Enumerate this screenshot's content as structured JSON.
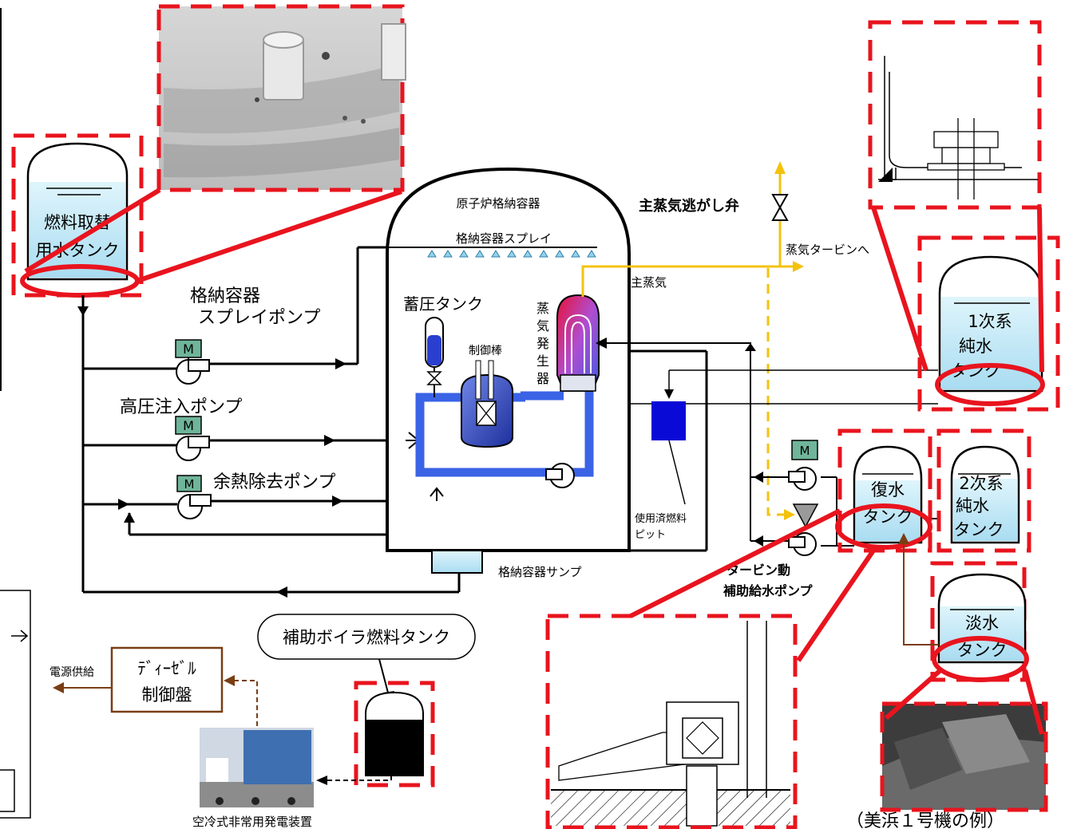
{
  "labels": {
    "refueling_tank": [
      "燃料取替",
      "用水タンク"
    ],
    "cv_spray_pump": [
      "格納容器",
      "スプレイポンプ"
    ],
    "hp_injection_pump": "高圧注入ポンプ",
    "rhr_pump": "余熱除去ポンプ",
    "containment": "原子炉格納容器",
    "cv_spray": "格納容器スプレイ",
    "accumulator": "蓄圧タンク",
    "control_rod": "制御棒",
    "steam_generator": [
      "蒸",
      "気",
      "発",
      "生",
      "器"
    ],
    "main_steam": "主蒸気",
    "main_steam_relief_valve": "主蒸気逃がし弁",
    "to_turbine": "蒸気タービンへ",
    "spent_fuel_pit": [
      "使用済燃料",
      "ピット"
    ],
    "cv_sump": "格納容器サンプ",
    "primary_water_tank": [
      "1次系",
      "純水",
      "タンク"
    ],
    "condensate_tank": [
      "復水",
      "タンク"
    ],
    "secondary_water_tank": [
      "2次系",
      "純水",
      "タンク"
    ],
    "fresh_water_tank": [
      "淡水",
      "タンク"
    ],
    "turbine_afw_pump": [
      "タービン動",
      "補助給水ポンプ"
    ],
    "aux_boiler_fuel_tank": "補助ボイラ燃料タンク",
    "diesel_panel": [
      "ﾃﾞｨｰｾﾞﾙ",
      "制御盤"
    ],
    "power_supply": "電源供給",
    "air_cooled_generator": "空冷式非常用発電装置",
    "example_caption": "（美浜１号機の例）",
    "motor": "M"
  },
  "colors": {
    "callout_red": "#e8141e",
    "primary_loop_blue": "#3a63e6",
    "steam_yellow": "#f4c20d",
    "water_fill": "#c8ecf8",
    "pit_blue": "#0a0ad6",
    "motor_green": "#6fb59a",
    "diesel_brown": "#7a3e14"
  }
}
